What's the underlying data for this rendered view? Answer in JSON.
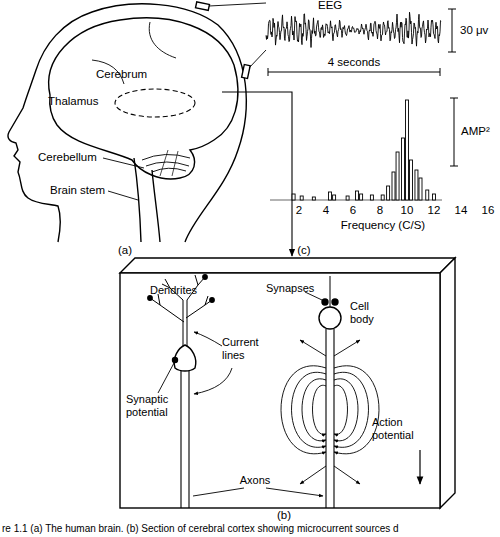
{
  "diagram": {
    "caption": "re 1.1 (a) The human brain. (b) Section of cerebral cortex showing microcurrent sources d",
    "nodes": [
      {
        "text": [
          "Dendrites",
          "Synapses",
          "Cell body",
          "Current lines",
          "Synaptic potential",
          "Action potential",
          "Axons"
        ]
      }
    ],
    "labels": [
      "EEG",
      "30 μv",
      "4 seconds",
      "AMP²",
      "2",
      "4",
      "6",
      "8",
      "10",
      "12",
      "14",
      "16",
      "Frequency (C/S)",
      "Cerebrum",
      "Thalamus",
      "Cerebellum",
      "Brain stem",
      "(a)",
      "(c)",
      "(b)"
    ]
  }
}
